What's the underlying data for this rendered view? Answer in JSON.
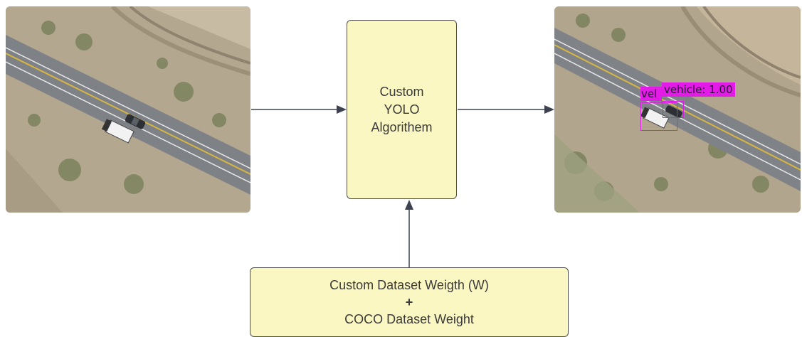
{
  "algorithm_box": {
    "lines": [
      "Custom",
      "YOLO",
      "Algorithem"
    ]
  },
  "weights_box": {
    "line1": "Custom Dataset Weigth (W)",
    "plus": "+",
    "line2": "COCO Dataset Weight"
  },
  "detections": [
    {
      "label": "vehicle: 1.00"
    },
    {
      "label": "vel"
    }
  ],
  "colors": {
    "box_fill": "#fbf7c3",
    "box_border": "#4d4d4d",
    "arrow": "#3c4250",
    "detection": "#e21ce6"
  }
}
